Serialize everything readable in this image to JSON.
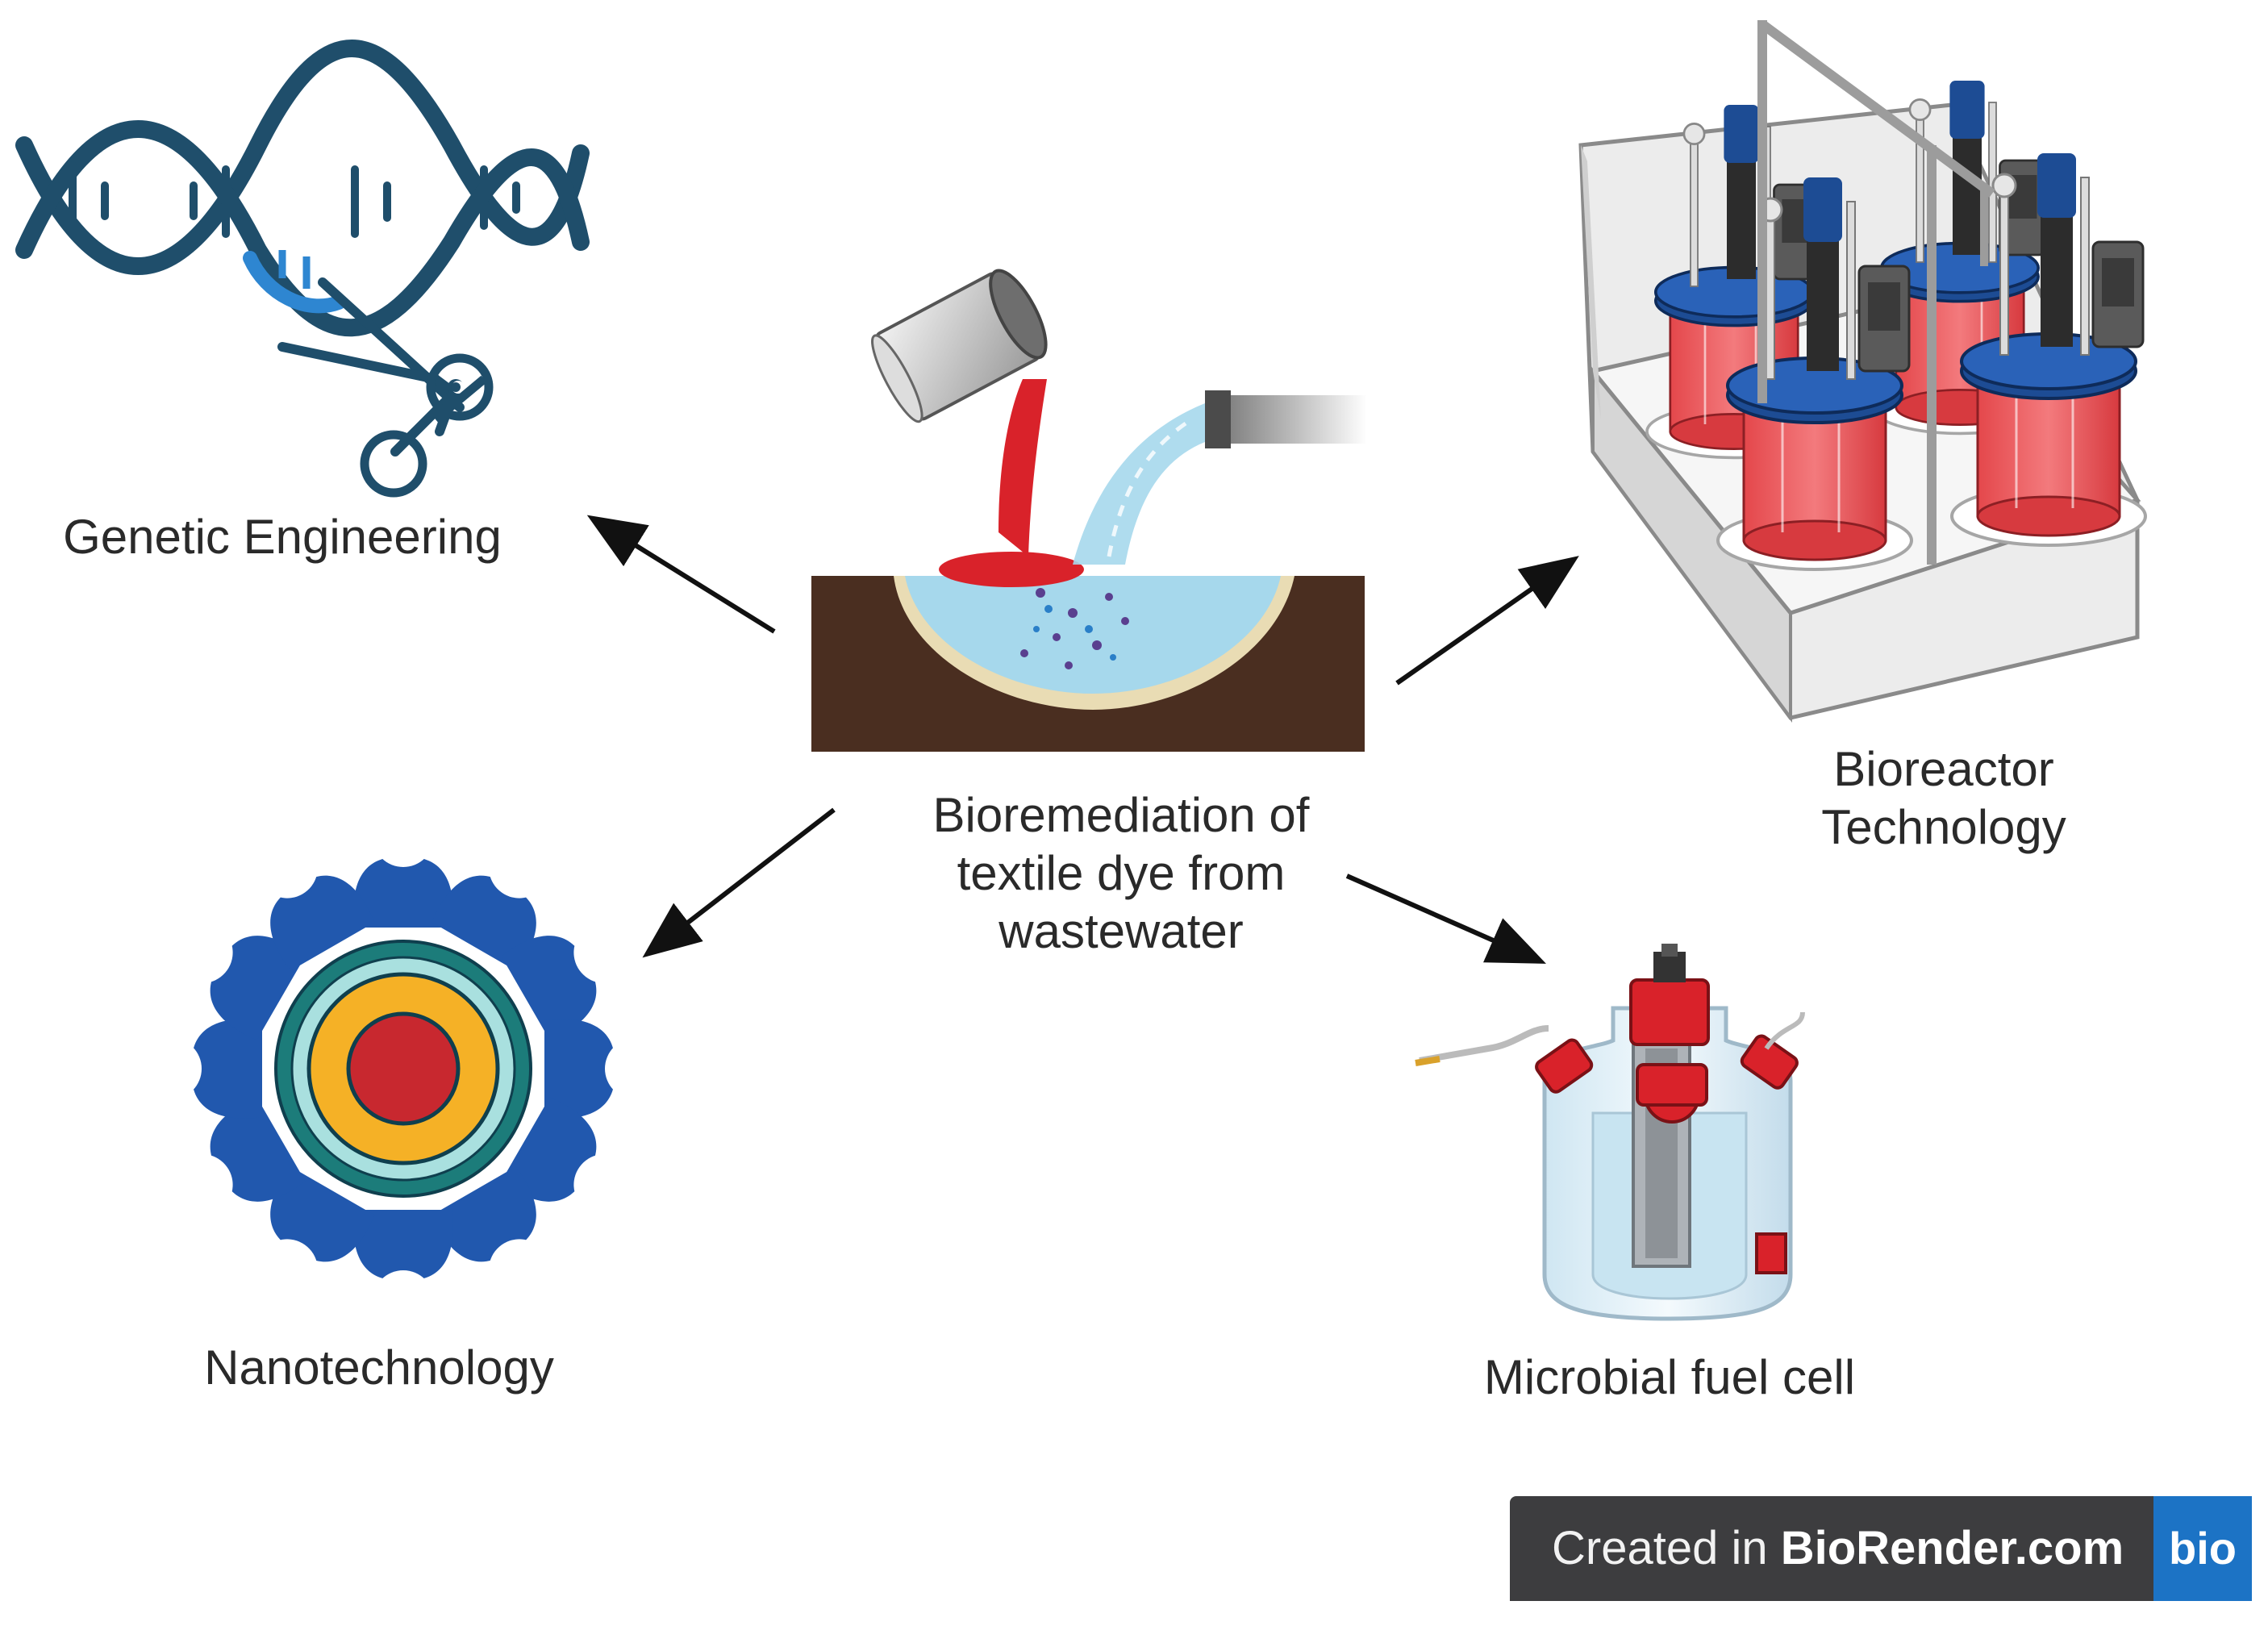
{
  "labels": {
    "genetic": "Genetic Engineering",
    "central_line1": "Bioremediation of",
    "central_line2": "textile dye from",
    "central_line3": "wastewater",
    "bioreactor_line1": "Bioreactor",
    "bioreactor_line2": "Technology",
    "nano": "Nanotechnology",
    "mfc": "Microbial fuel cell"
  },
  "badge": {
    "prefix": "Created in ",
    "brand": "BioRender.com",
    "logo": "bio"
  },
  "icons": {
    "genetic": "dna-scissors-icon",
    "central": "dye-pollution-pit-icon",
    "bioreactor": "bioreactor-array-icon",
    "nano": "nanoparticle-icon",
    "mfc": "fuel-cell-flask-icon"
  },
  "colors": {
    "dna": "#1f4e6b",
    "dye_red": "#d9222a",
    "water": "#9fd3ea",
    "soil": "#4a2e20",
    "reactor_blue": "#1d4c94",
    "nano_blue": "#2158ae",
    "nano_orange": "#f5b126",
    "nano_teal": "#1c7c7a",
    "badge_bg": "#3d3d3f",
    "badge_logo": "#1c73c5"
  }
}
